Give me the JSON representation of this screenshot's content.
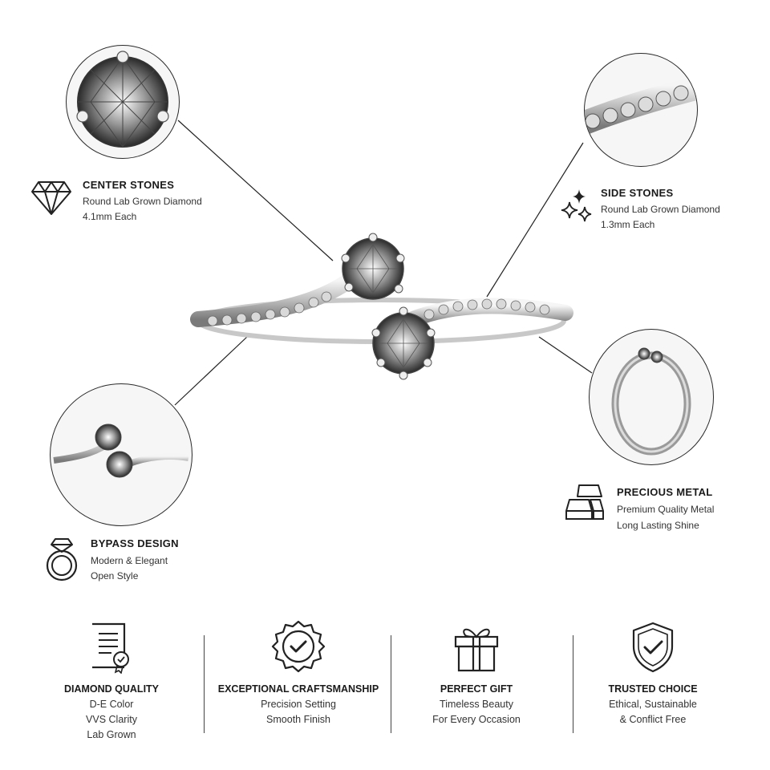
{
  "features": {
    "center_stones": {
      "icon": "diamond-icon",
      "title": "CENTER STONES",
      "line1": "Round Lab Grown Diamond",
      "line2": "4.1mm Each"
    },
    "side_stones": {
      "icon": "sparkles-icon",
      "title": "SIDE STONES",
      "line1": "Round Lab Grown Diamond",
      "line2": "1.3mm Each"
    },
    "bypass_design": {
      "icon": "ring-icon",
      "title": "BYPASS DESIGN",
      "line1": "Modern & Elegant",
      "line2": "Open Style"
    },
    "precious_metal": {
      "icon": "metal-bars-icon",
      "title": "PRECIOUS METAL",
      "line1": "Premium Quality Metal",
      "line2": "Long Lasting Shine"
    }
  },
  "bottom": [
    {
      "icon": "certificate-icon",
      "title": "DIAMOND QUALITY",
      "lines": [
        "D-E Color",
        "VVS Clarity",
        "Lab Grown"
      ]
    },
    {
      "icon": "badge-check-icon",
      "title": "EXCEPTIONAL CRAFTSMANSHIP",
      "lines": [
        "Precision Setting",
        "Smooth Finish"
      ]
    },
    {
      "icon": "gift-icon",
      "title": "PERFECT GIFT",
      "lines": [
        "Timeless Beauty",
        "For Every Occasion"
      ]
    },
    {
      "icon": "shield-check-icon",
      "title": "TRUSTED CHOICE",
      "lines": [
        "Ethical, Sustainable",
        "& Conflict Free"
      ]
    }
  ]
}
